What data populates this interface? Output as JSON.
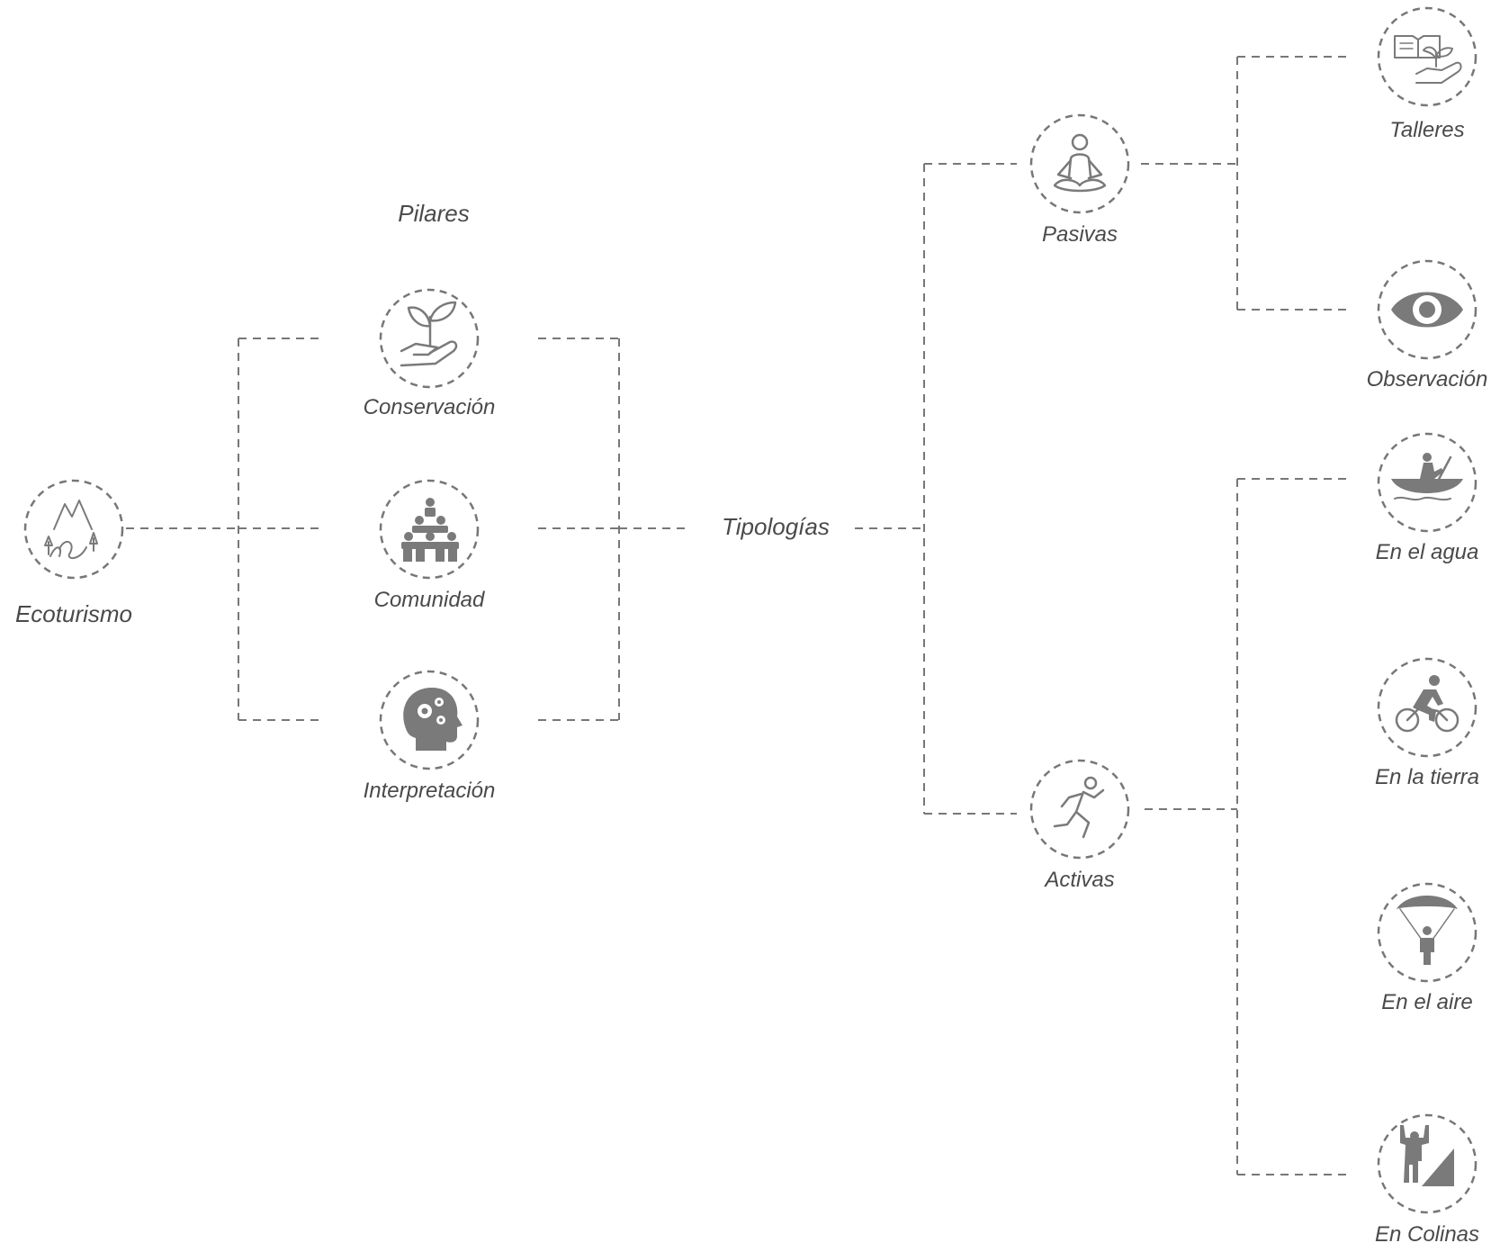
{
  "colors": {
    "line": "#777777",
    "icon": "#7a7a7a",
    "text": "#4a4a4a",
    "background": "#ffffff"
  },
  "root": {
    "label": "Ecoturismo",
    "icon": "landscape-icon"
  },
  "pillars": {
    "heading": "Pilares",
    "items": [
      {
        "label": "Conservación",
        "icon": "plant-in-hand-icon"
      },
      {
        "label": "Comunidad",
        "icon": "community-pyramid-icon"
      },
      {
        "label": "Interpretación",
        "icon": "head-gears-icon"
      }
    ]
  },
  "typologies": {
    "label": "Tipologías",
    "passive": {
      "label": "Pasivas",
      "icon": "meditation-icon",
      "children": [
        {
          "label": "Talleres",
          "icon": "book-plant-icon"
        },
        {
          "label": "Observación",
          "icon": "eye-icon"
        }
      ]
    },
    "active": {
      "label": "Activas",
      "icon": "runner-icon",
      "children": [
        {
          "label": "En el agua",
          "icon": "canoe-icon"
        },
        {
          "label": "En la tierra",
          "icon": "cyclist-icon"
        },
        {
          "label": "En el aire",
          "icon": "paraglider-icon"
        },
        {
          "label": "En Colinas",
          "icon": "climber-icon"
        }
      ]
    }
  }
}
